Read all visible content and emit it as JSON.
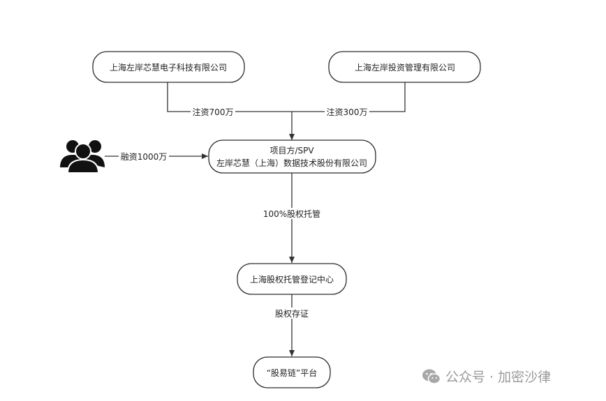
{
  "nodes": {
    "shanghai_zuoan_electronic": "上海左岸芯慧电子科技有限公司",
    "shanghai_zuoan_investment": "上海左岸投资管理有限公司",
    "spv_line1": "项目方/SPV",
    "spv_line2": "左岸芯慧（上海）数据技术股份有限公司",
    "custody_center": "上海股权托管登记中心",
    "platform": "“股易链”平台"
  },
  "edges": {
    "invest_700": "注资700万",
    "invest_300": "注资300万",
    "financing_1000": "融资1000万",
    "custody_100": "100%股权托管",
    "equity_deposit": "股权存证"
  },
  "icons": {
    "investors": "people-group-icon",
    "watermark": "wechat-icon"
  },
  "watermark": {
    "text": "公众号 · 加密沙律"
  }
}
